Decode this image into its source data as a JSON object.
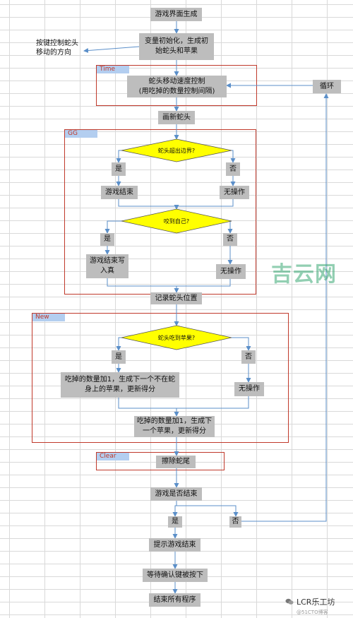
{
  "nodes": {
    "start": "游戏界面生成",
    "init": "变量初始化，生成初\n始蛇头和苹果",
    "direction": "按键控制蛇头\n移动的方向",
    "speed": "蛇头移动速度控制\n(用吃掉的数量控制间隔)",
    "loop": "循环",
    "draw_head": "画新蛇头",
    "yes1": "是",
    "no1": "否",
    "game_over1": "游戏结束",
    "noop1": "无操作",
    "yes2": "是",
    "no2": "否",
    "game_over_true": "游戏结束写\n入真",
    "noop2": "无操作",
    "record_pos": "记录蛇头位置",
    "yes3": "是",
    "no3": "否",
    "eat_new": "吃掉的数量加1，生成下一个不在蛇\n身上的苹果，更新得分",
    "noop3": "无操作",
    "eat_count": "吃掉的数量加1，生成下\n一个苹果，更新得分",
    "erase_tail": "擦除蛇尾",
    "is_over": "游戏是否结束",
    "yes4": "是",
    "no4": "否",
    "show_over": "提示游戏结束",
    "wait_key": "等待确认键被按下",
    "end": "结束所有程序"
  },
  "decisions": {
    "out_of_bounds": "蛇头超出边界?",
    "bite_self": "咬到自己?",
    "eat_apple": "蛇头吃到苹果?"
  },
  "frames": {
    "time": "Time",
    "gg": "GG",
    "new": "New",
    "clear": "Clear"
  },
  "colors": {
    "node_fill": "#bdbdbd",
    "diamond_fill": "#ffff00",
    "frame_border": "#c0392b",
    "tag_fill": "#b3cef0",
    "arrow": "#5b8fc9"
  },
  "watermark": "吉云网",
  "brand": {
    "name": "LCR乐工坊",
    "sub": "@51CTO博客"
  }
}
